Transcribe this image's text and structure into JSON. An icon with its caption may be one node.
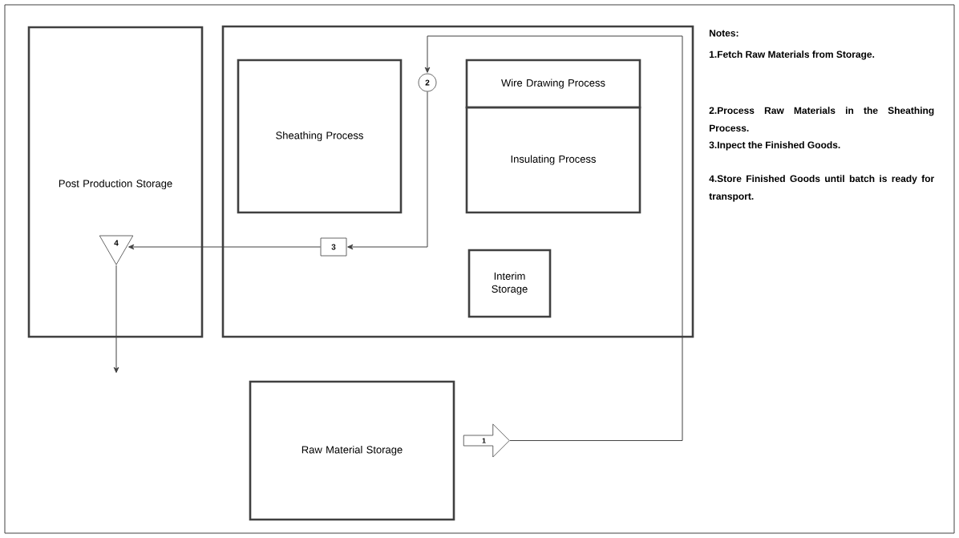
{
  "diagram": {
    "nodes": [
      {
        "text": [
          "Post Production Storage"
        ]
      },
      {
        "text": [],
        "shape": "box"
      },
      {
        "text": [
          "Sheathing Process"
        ],
        "in": 1
      },
      {
        "text": [
          "Wire Drawing Process"
        ],
        "in": 1
      },
      {
        "text": [
          "Insulating Process"
        ],
        "in": 1
      },
      {
        "text": [
          "Interim Storage"
        ],
        "in": 1
      },
      {
        "text": [
          "Raw Material Storage"
        ]
      },
      {
        "text": [
          "1"
        ]
      },
      {
        "text": [
          "2"
        ],
        "in": 1
      },
      {
        "text": [
          "3"
        ],
        "in": 1
      },
      {
        "text": [
          "4"
        ],
        "in": 0
      }
    ],
    "edges": [
      {
        "from": 7,
        "to": 8,
        "arrow": "to"
      },
      {
        "from": 8,
        "to": 9,
        "arrow": "to"
      },
      {
        "from": 9,
        "to": 10,
        "arrow": "to"
      },
      {
        "from": 10,
        "to": null,
        "arrow": "to"
      }
    ],
    "labels": [
      "Notes:",
      "1.Fetch Raw Materials from Storage.",
      "2.Process Raw Materials in the Sheathing Process.",
      "3.Inpect the Finished Goods.",
      "4.Store Finished Goods until batch is ready for transport."
    ]
  }
}
